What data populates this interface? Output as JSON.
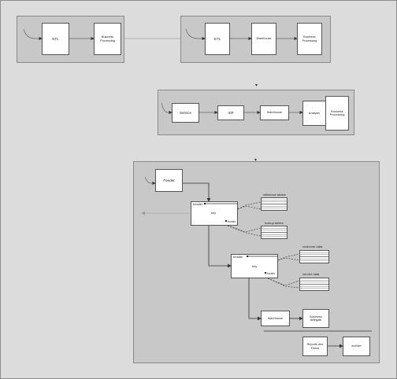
{
  "colors": {
    "background": "#dcdcdc",
    "panel": "#c8c8c8",
    "box": "#ffffff",
    "line": "#333333",
    "faded_line": "#a8a8a8"
  },
  "top_left": {
    "etl_label": "ETL",
    "processing_label": "Business Processing"
  },
  "top_right": {
    "etl_label": "ETL",
    "warehouse_label": "Warehouse",
    "processing_label": "Business Processing"
  },
  "middle": {
    "service_label": "Service",
    "isp_label": "ISP",
    "warehouse_label": "Warehouse",
    "analysis_label": "Analysis",
    "processing_label": "Business Processing"
  },
  "bottom": {
    "source_label": "Feeder",
    "node1_header": "header",
    "node1_body": "key",
    "node1_footer": "footer",
    "ref1_label": "reference tables",
    "ref2_label": "lookup tables",
    "node2_header": "header",
    "node2_body": "key",
    "node2_footer": "footer",
    "ref3_label": "customer data",
    "ref4_label": "vendor data",
    "warehouse_label": "Warehouse",
    "business_label": "Business delegate",
    "reports_label": "Reports and Feeds",
    "archive_label": "archive"
  }
}
